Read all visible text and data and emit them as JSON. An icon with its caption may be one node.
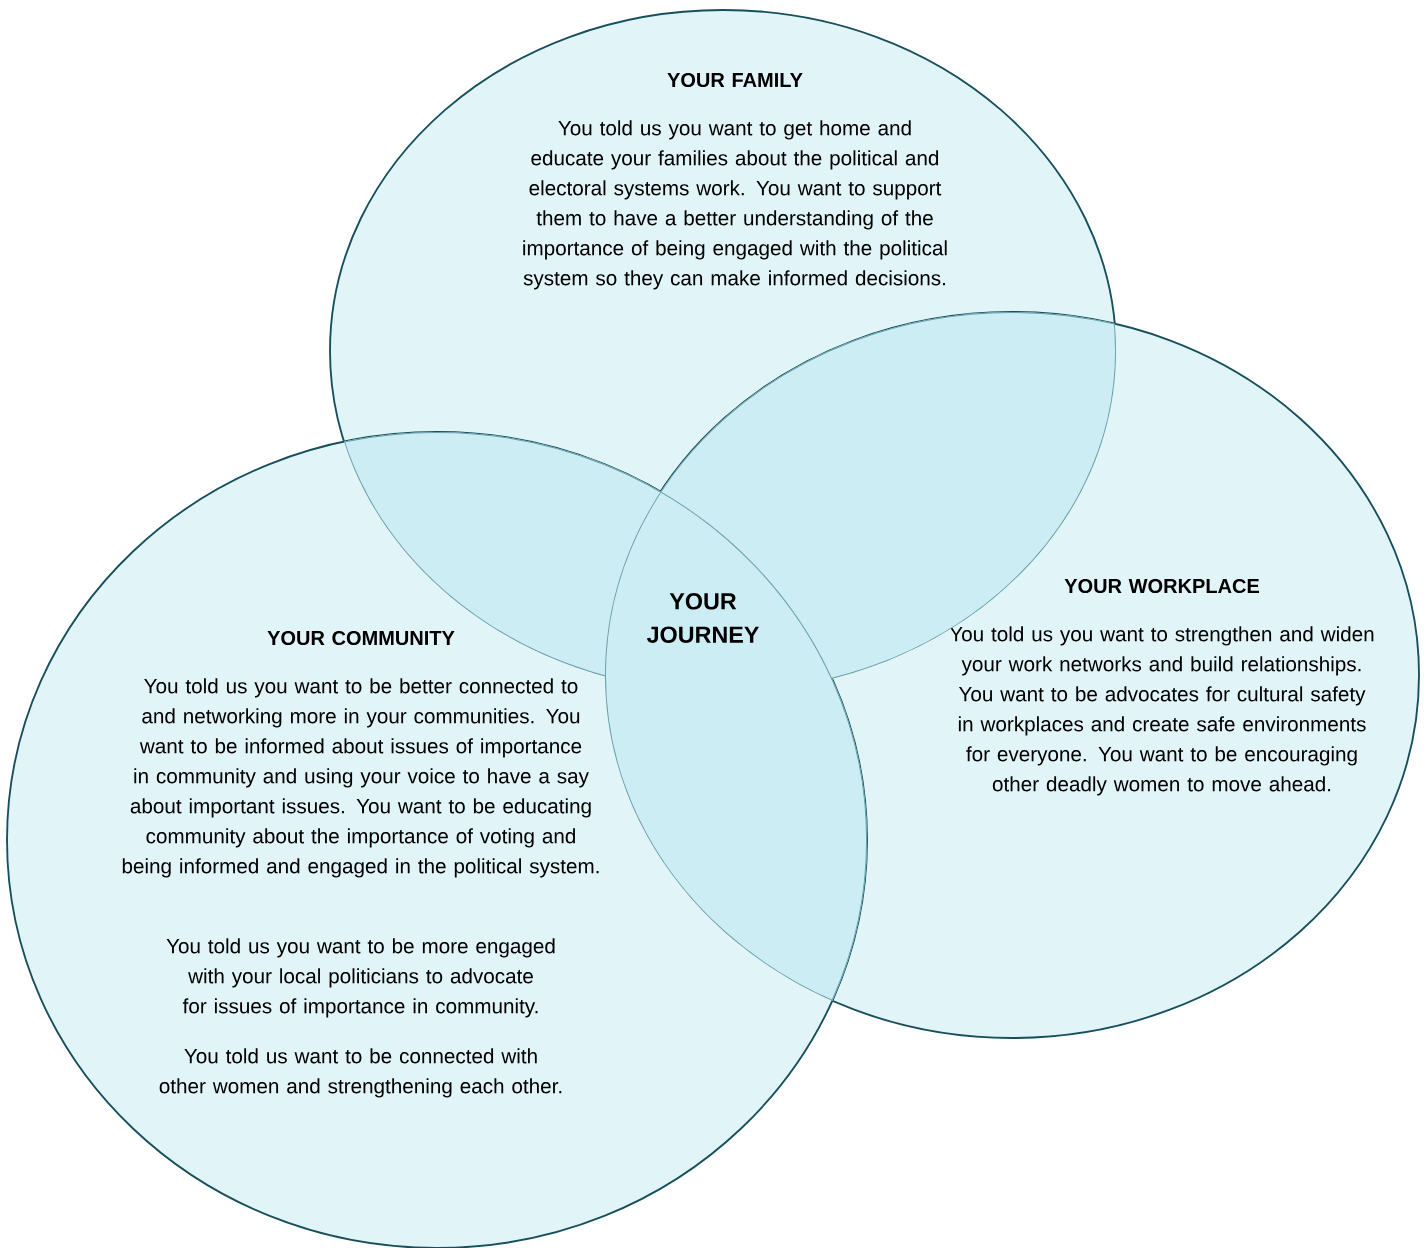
{
  "diagram": {
    "nodes": [
      {
        "text": [
          "YOUR FAMILY",
          "You told us you want to get home and educate your families about the political and electoral systems work. You want to support them to have a better understanding of the importance of being engaged with the political system so they can make informed decisions."
        ]
      },
      {
        "text": [
          "YOUR WORKPLACE",
          "You told us you want to strengthen and widen your work networks and build relationships. You want to be advocates for cultural safety in workplaces and create safe environments for everyone. You want to be encouraging other deadly women to move ahead."
        ]
      },
      {
        "text": [
          "YOUR COMMUNITY",
          "You told us you want to be better connected to and networking more in your communities. You want to be informed about issues of importance in community and using your voice to have a say about important issues. You want to be educating community about the importance of voting and being informed and engaged in the political system.",
          "You told us you want to be more engaged with your local politicians to advocate for issues of importance in community.",
          "You told us want to be connected with other women and strengthening each other."
        ]
      }
    ],
    "labels": [
      "YOUR JOURNEY"
    ]
  }
}
